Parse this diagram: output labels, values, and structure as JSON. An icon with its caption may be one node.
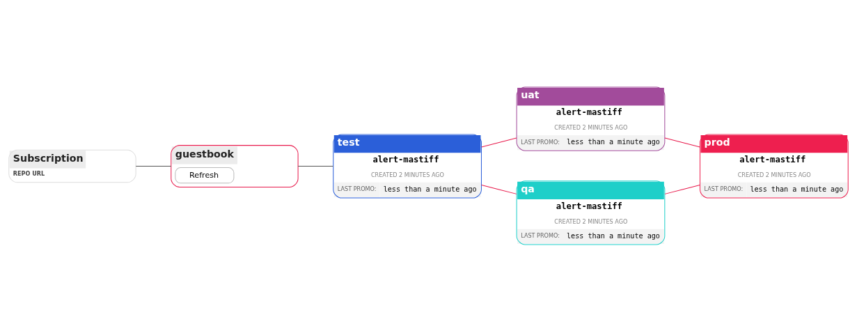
{
  "diagram": {
    "nodes": [
      {
        "text": [
          "Subscription",
          "REPO URL"
        ]
      },
      {
        "text": [
          "guestbook",
          "Refresh"
        ]
      },
      {
        "text": [
          "test",
          "alert-mastiff",
          "CREATED 2 MINUTES AGO",
          "LAST PROMO:",
          "less than a minute ago"
        ]
      },
      {
        "text": [
          "uat",
          "alert-mastiff",
          "CREATED 2 MINUTES AGO",
          "LAST PROMO:",
          "less than a minute ago"
        ]
      },
      {
        "text": [
          "qa",
          "alert-mastiff",
          "CREATED 2 MINUTES AGO",
          "LAST PROMO:",
          "less than a minute ago"
        ]
      },
      {
        "text": [
          "prod",
          "alert-mastiff",
          "CREATED 2 MINUTES AGO",
          "LAST PROMO:",
          "less than a minute ago"
        ]
      }
    ],
    "edges": [
      {
        "from": 0,
        "to": 1,
        "arrow": "none",
        "color": "#555555"
      },
      {
        "from": 1,
        "to": 2,
        "arrow": "none",
        "color": "#555555"
      },
      {
        "from": 2,
        "to": 3,
        "arrow": "none"
      },
      {
        "from": 2,
        "to": 4,
        "arrow": "none"
      },
      {
        "from": 3,
        "to": 5,
        "arrow": "none"
      },
      {
        "from": 4,
        "to": 5,
        "arrow": "none"
      }
    ]
  }
}
